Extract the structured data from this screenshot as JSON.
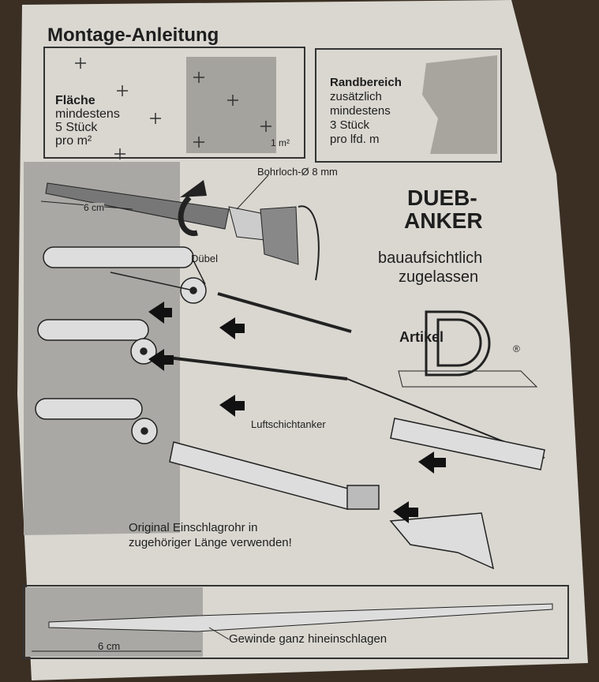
{
  "title": "Montage-Anleitung",
  "surface_box": {
    "heading": "Fläche",
    "lines": [
      "mindestens",
      "5 Stück",
      "pro m²"
    ],
    "area_label": "1 m²"
  },
  "edge_box": {
    "heading": "Randbereich",
    "lines": [
      "zusätzlich",
      "mindestens",
      "3 Stück",
      "pro lfd. m"
    ]
  },
  "labels": {
    "drill_hole": "Bohrloch-Ø 8 mm",
    "depth_top": "6 cm",
    "dowel": "Dübel",
    "anchor": "Luftschichtanker",
    "tube_line1": "Original Einschlagrohr in",
    "tube_line2": "zugehöriger Länge verwenden!",
    "depth_bottom": "6 cm",
    "thread": "Gewinde ganz hineinschlagen"
  },
  "product": {
    "name_line1": "DUEB-",
    "name_line2": "ANKER",
    "approval_line1": "bauaufsichtlich",
    "approval_line2": "zugelassen",
    "logo_text": "Artikel",
    "registered": "®"
  },
  "colors": {
    "background": "#3b2f24",
    "paper": "#d9d7d0",
    "wall": "#a9a8a4",
    "ink": "#1e1e1e"
  }
}
